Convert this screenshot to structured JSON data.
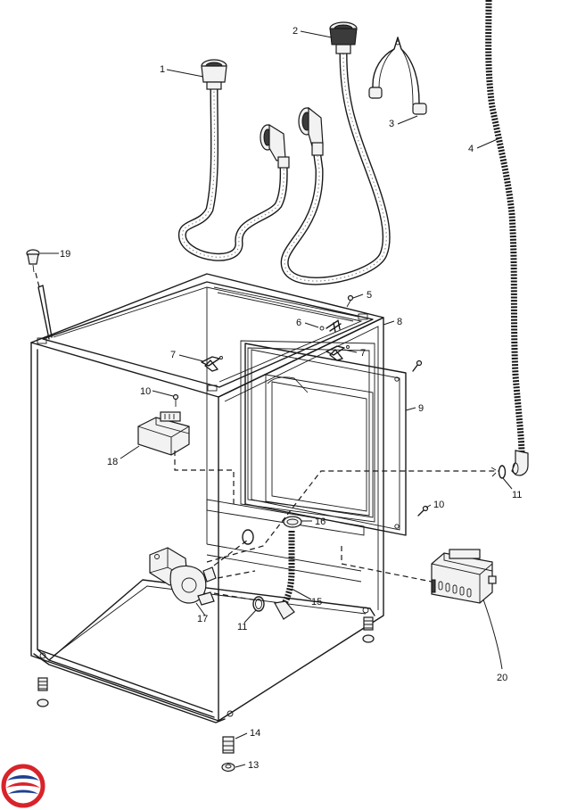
{
  "diagram": {
    "callouts": [
      {
        "id": "c1",
        "text": "1"
      },
      {
        "id": "c2",
        "text": "2"
      },
      {
        "id": "c3",
        "text": "3"
      },
      {
        "id": "c4",
        "text": "4"
      },
      {
        "id": "c5",
        "text": "5"
      },
      {
        "id": "c6",
        "text": "6"
      },
      {
        "id": "c7a",
        "text": "7"
      },
      {
        "id": "c7b",
        "text": "7"
      },
      {
        "id": "c8",
        "text": "8"
      },
      {
        "id": "c9",
        "text": "9"
      },
      {
        "id": "c10a",
        "text": "10"
      },
      {
        "id": "c10b",
        "text": "10"
      },
      {
        "id": "c11a",
        "text": "11"
      },
      {
        "id": "c11b",
        "text": "11"
      },
      {
        "id": "c13",
        "text": "13"
      },
      {
        "id": "c14",
        "text": "14"
      },
      {
        "id": "c15",
        "text": "15"
      },
      {
        "id": "c16",
        "text": "16"
      },
      {
        "id": "c17",
        "text": "17"
      },
      {
        "id": "c18",
        "text": "18"
      },
      {
        "id": "c19",
        "text": "19"
      },
      {
        "id": "c20",
        "text": "20"
      }
    ]
  },
  "colors": {
    "line": "#1a1a1a",
    "logo_red": "#d8232a",
    "logo_blue": "#1f3f93"
  }
}
